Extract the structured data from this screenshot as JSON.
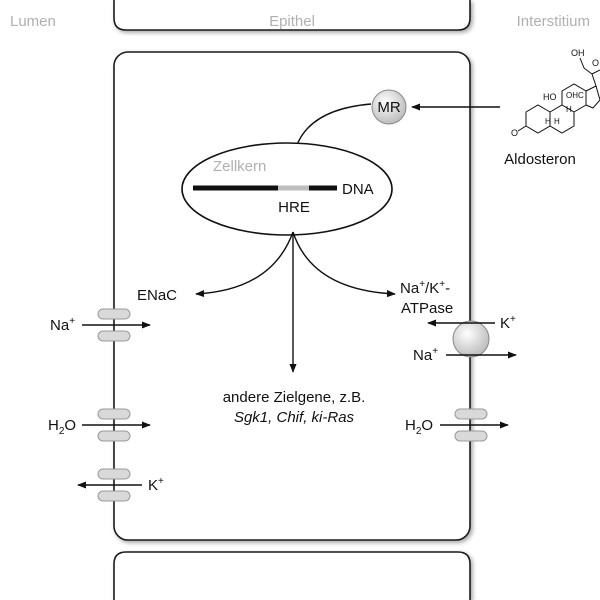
{
  "regions": {
    "lumen": "Lumen",
    "epithel": "Epithel",
    "interstitium": "Interstitium"
  },
  "receptor": "MR",
  "hormone": "Aldosteron",
  "nucleus": {
    "title": "Zellkern",
    "dna": "DNA",
    "hre": "HRE"
  },
  "targets": {
    "enac": "ENaC",
    "atpase_line1": "Na",
    "atpase_sup1": "+",
    "atpase_mid": "/K",
    "atpase_sup2": "+",
    "atpase_dash": "-",
    "atpase_line2": "ATPase",
    "other_line1": "andere Zielgene, z.B.",
    "other_genes": [
      "Sgk1",
      "Chif",
      "ki-Ras"
    ],
    "other_sep": ", "
  },
  "ions": {
    "na": "Na",
    "k": "K",
    "plus": "+",
    "h2o_h": "H",
    "h2o_2": "2",
    "h2o_o": "O"
  },
  "molecule_labels": {
    "oh1": "OH",
    "oh2": "HO",
    "oh3": "OHC",
    "o1": "O",
    "o2": "O",
    "h1": "H",
    "h2": "H",
    "h3": "H"
  },
  "colors": {
    "cell_fill": "#ffffff",
    "cell_stroke": "#1a1a1a",
    "channel_fill": "#d9d9d9",
    "region_text": "#b0b0b0",
    "dna": "#111111",
    "hre_segment": "#bdbdbd"
  }
}
